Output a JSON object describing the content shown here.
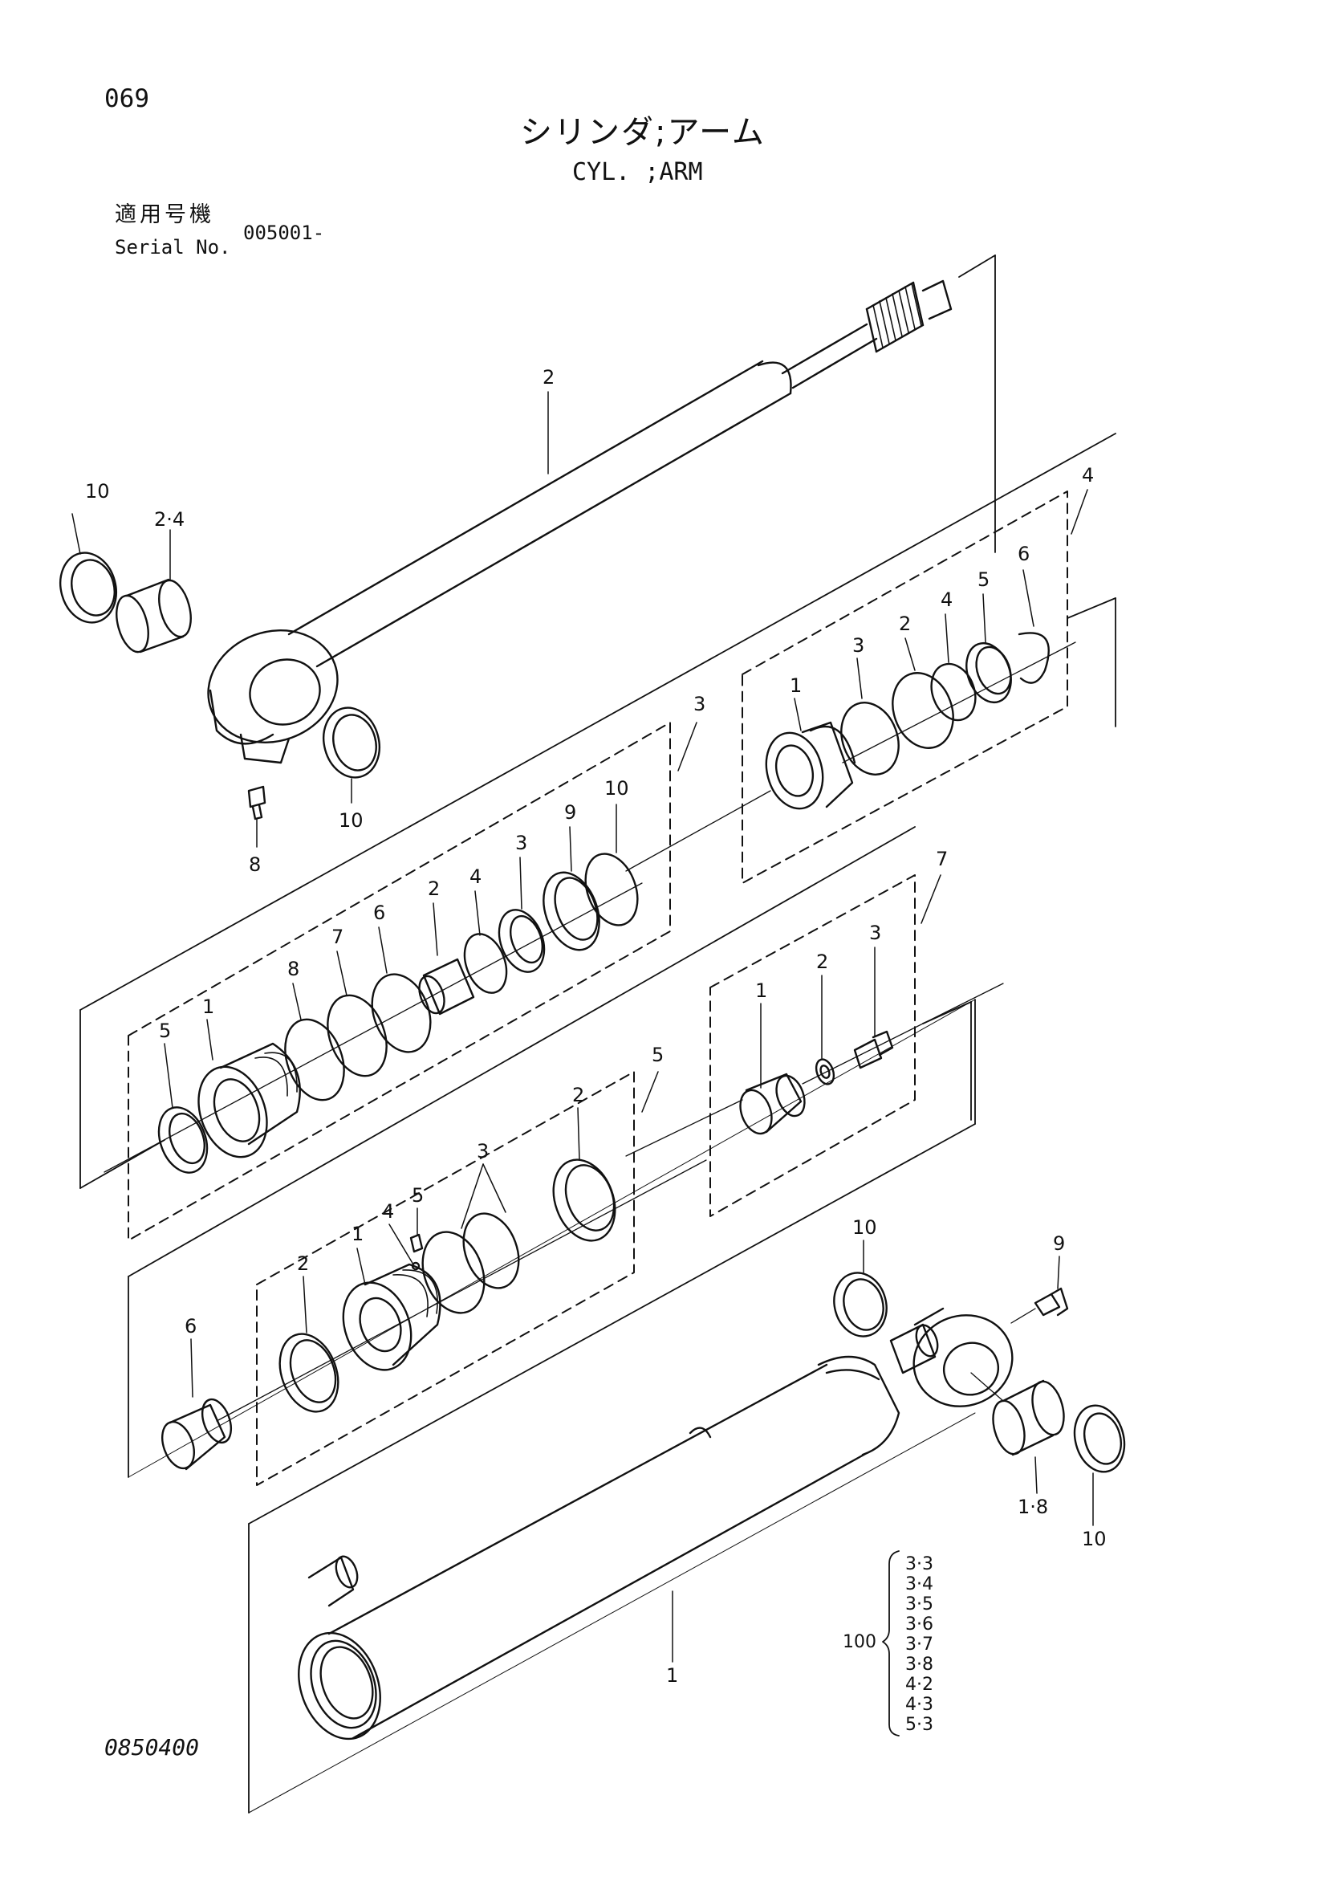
{
  "header": {
    "page_number": "069",
    "title_jp": "シリンダ;アーム",
    "title_en": "CYL. ;ARM",
    "serial_label_jp": "適用号機",
    "serial_label_en": "Serial No.",
    "serial_value": "005001-"
  },
  "footer": {
    "drawing_number": "0850400"
  },
  "callouts": {
    "rod": "2",
    "rod_seal_left": "10",
    "rod_bushing": "2·4",
    "rod_seal_right": "10",
    "rod_grease": "8",
    "kit4": "4",
    "kit4_ring1": "1",
    "kit4_ring3": "3",
    "kit4_ring2": "2",
    "kit4_ring4": "4",
    "kit4_ring5": "5",
    "kit4_ring6": "6",
    "kit3": "3",
    "kit3_ring10": "10",
    "kit3_ring9": "9",
    "kit3_ring3": "3",
    "kit3_ring4": "4",
    "kit3_ring2": "2",
    "kit3_ring6": "6",
    "kit3_ring7": "7",
    "kit3_ring8": "8",
    "kit3_head1": "1",
    "kit3_ring5": "5",
    "kit7": "7",
    "kit7_part1": "1",
    "kit7_part2": "2",
    "kit7_part3": "3",
    "kit5": "5",
    "kit5_ring2r": "2",
    "kit5_ring3": "3",
    "kit5_part4": "4",
    "kit5_part5": "5",
    "kit5_piston1": "1",
    "kit5_ring2l": "2",
    "part6": "6",
    "tube_seal_top": "10",
    "tube_fitting": "9",
    "tube_bushing": "1·8",
    "tube_seal_bottom": "10",
    "tube": "1"
  },
  "seal_kit": {
    "label": "100",
    "items": [
      "3·3",
      "3·4",
      "3·5",
      "3·6",
      "3·7",
      "3·8",
      "4·2",
      "4·3",
      "5·3"
    ]
  }
}
